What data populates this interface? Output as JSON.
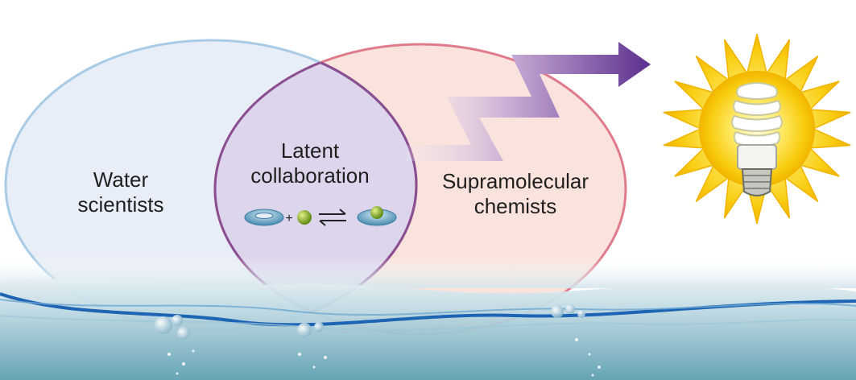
{
  "diagram": {
    "left_set": {
      "line1": "Water",
      "line2": "scientists"
    },
    "overlap": {
      "line1": "Latent",
      "line2": "collaboration",
      "equation_plus": "+"
    },
    "right_set": {
      "line1": "Supramolecular",
      "line2": "chemists"
    }
  },
  "colors": {
    "left_circle_fill": "#e8eef7",
    "left_circle_stroke": "#a9cbe6",
    "right_circle_fill": "#f9e3dc",
    "right_circle_stroke": "#e07b8c",
    "overlap_fill": "#ddd5ec",
    "overlap_stroke": "#8a4f90",
    "arrow": "#6a3d9a",
    "sun": "#f6c40d",
    "water_top": "#cfe2ea",
    "water_bottom": "#5e9fb2",
    "wave_line": "#1e64b4"
  },
  "icons": [
    "host-ring-icon",
    "guest-sphere-icon",
    "equilibrium-arrows-icon",
    "host-guest-complex-icon",
    "zigzag-arrow-icon",
    "sun-icon",
    "light-bulb-icon",
    "bubble-icon"
  ]
}
